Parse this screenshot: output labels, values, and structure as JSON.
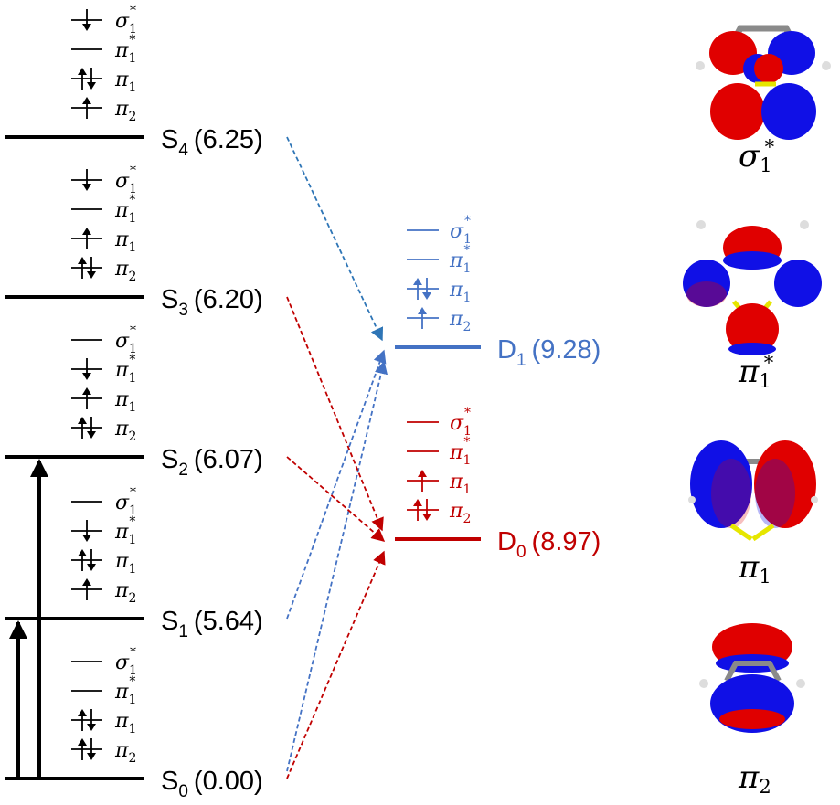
{
  "colors": {
    "black": "#000000",
    "blue": "#4472C4",
    "red": "#C00000",
    "dashBlue": "#2E75B6"
  },
  "orbital_labels": [
    {
      "base": "σ",
      "sub": "1",
      "sup": "*"
    },
    {
      "base": "π",
      "sub": "1",
      "sup": "*"
    },
    {
      "base": "π",
      "sub": "1",
      "sup": ""
    },
    {
      "base": "π",
      "sub": "2",
      "sup": ""
    }
  ],
  "singlets": [
    {
      "id": "s4",
      "state": "S",
      "index": "4",
      "energy": "(6.25)",
      "occupations": [
        "down",
        "",
        "updown",
        "up"
      ]
    },
    {
      "id": "s3",
      "state": "S",
      "index": "3",
      "energy": "(6.20)",
      "occupations": [
        "down",
        "",
        "up",
        "updown"
      ]
    },
    {
      "id": "s2",
      "state": "S",
      "index": "2",
      "energy": "(6.07)",
      "occupations": [
        "",
        "down",
        "up",
        "updown"
      ]
    },
    {
      "id": "s1",
      "state": "S",
      "index": "1",
      "energy": "(5.64)",
      "occupations": [
        "",
        "down",
        "updown",
        "up"
      ]
    },
    {
      "id": "s0",
      "state": "S",
      "index": "0",
      "energy": "(0.00)",
      "occupations": [
        "",
        "",
        "updown",
        "updown"
      ]
    }
  ],
  "doublets": [
    {
      "id": "d1",
      "state": "D",
      "index": "1",
      "energy": "(9.28)",
      "color": "#4472C4",
      "occupations": [
        "",
        "",
        "updown",
        "up"
      ]
    },
    {
      "id": "d0",
      "state": "D",
      "index": "0",
      "energy": "(8.97)",
      "color": "#C00000",
      "occupations": [
        "",
        "",
        "up",
        "updown"
      ]
    }
  ],
  "excitations": [
    {
      "from": "s0",
      "to": "s1"
    },
    {
      "from": "s0",
      "to": "s2"
    }
  ],
  "ionizations": [
    {
      "from": "s4",
      "to": "d1",
      "color": "#2E75B6"
    },
    {
      "from": "s1",
      "to": "d1",
      "color": "#4472C4"
    },
    {
      "from": "s0",
      "to": "d1",
      "color": "#4472C4"
    },
    {
      "from": "s3",
      "to": "d0",
      "color": "#C00000"
    },
    {
      "from": "s2",
      "to": "d0",
      "color": "#C00000"
    },
    {
      "from": "s0",
      "to": "d0",
      "color": "#C00000"
    }
  ],
  "mo_pictures": [
    {
      "id": "sigma1star",
      "base": "σ",
      "sub": "1",
      "sup": "*"
    },
    {
      "id": "pi1star",
      "base": "π",
      "sub": "1",
      "sup": "*"
    },
    {
      "id": "pi1",
      "base": "π",
      "sub": "1",
      "sup": ""
    },
    {
      "id": "pi2",
      "base": "π",
      "sub": "2",
      "sup": ""
    }
  ]
}
